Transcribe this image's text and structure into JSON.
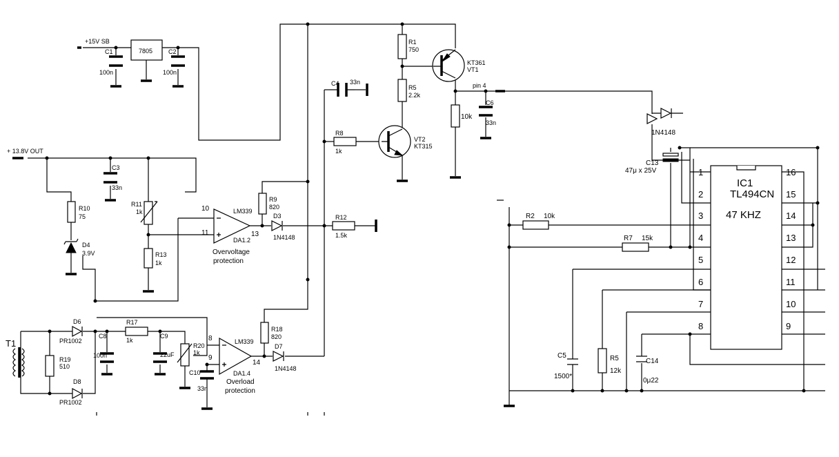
{
  "labels": {
    "v15sb": "+15V SB",
    "v138": "+ 13.8V OUT",
    "pin4": "pin 4",
    "overvoltage_1": "Overvoltage",
    "overvoltage_2": "protection",
    "overload_1": "Overload",
    "overload_2": "protection"
  },
  "components": {
    "c1": {
      "ref": "C1",
      "value": "100n"
    },
    "reg": {
      "ref": "7805"
    },
    "c2": {
      "ref": "C2",
      "value": "100n"
    },
    "c3": {
      "ref": "C3",
      "value": "33n"
    },
    "r10": {
      "ref": "R10",
      "value": "75"
    },
    "d4": {
      "ref": "D4",
      "value": "3.9V"
    },
    "r11": {
      "ref": "R11",
      "value": "1k"
    },
    "r13": {
      "ref": "R13",
      "value": "1k"
    },
    "r9": {
      "ref": "R9",
      "value": "820"
    },
    "da12": {
      "ref": "DA1.2",
      "type": "LM339",
      "pin_minus": "10",
      "pin_plus": "11",
      "pin_out": "13"
    },
    "d3": {
      "ref": "D3",
      "value": "1N4148"
    },
    "r12": {
      "ref": "R12",
      "value": "1.5k"
    },
    "c4": {
      "ref": "C4",
      "value": "33n"
    },
    "r8": {
      "ref": "R8",
      "value": "1k"
    },
    "vt2": {
      "ref": "VT2",
      "value": "KT315"
    },
    "r1": {
      "ref": "R1",
      "value": "750"
    },
    "r5a": {
      "ref": "R5",
      "value": "2.2k"
    },
    "vt1": {
      "ref": "VT1",
      "value": "KT361"
    },
    "r10k": {
      "value": "10k"
    },
    "c6": {
      "ref": "C6",
      "value": "33n"
    },
    "t1": {
      "ref": "T1"
    },
    "r19": {
      "ref": "R19",
      "value": "510"
    },
    "d6": {
      "ref": "D6",
      "value": "PR1002"
    },
    "d8": {
      "ref": "D8",
      "value": "PR1002"
    },
    "c8": {
      "ref": "C8",
      "value": "100n"
    },
    "r17": {
      "ref": "R17",
      "value": "1k"
    },
    "c9": {
      "ref": "C9",
      "value": "22uF"
    },
    "r20": {
      "ref": "R20",
      "value": "1k"
    },
    "c10": {
      "ref": "C10",
      "value": "33n"
    },
    "da14": {
      "ref": "DA1.4",
      "type": "LM339",
      "pin_minus": "8",
      "pin_plus": "9",
      "pin_out": "14"
    },
    "r18": {
      "ref": "R18",
      "value": "820"
    },
    "d7": {
      "ref": "D7",
      "value": "1N4148"
    },
    "dpwm": {
      "value": "1N4148"
    },
    "c13": {
      "ref": "C13",
      "value": "47μ x 25V"
    },
    "ic1": {
      "ref": "IC1",
      "part": "TL494CN",
      "freq": "47 KHZ"
    },
    "r2": {
      "ref": "R2",
      "value": "10k"
    },
    "r7": {
      "ref": "R7",
      "value": "15k"
    },
    "c5": {
      "ref": "C5",
      "value": "1500*"
    },
    "r5b": {
      "ref": "R5",
      "value": "12k"
    },
    "c14": {
      "ref": "C14",
      "value": "0μ22"
    }
  },
  "ic_pins": {
    "left": [
      "1",
      "2",
      "3",
      "4",
      "5",
      "6",
      "7",
      "8"
    ],
    "right": [
      "16",
      "15",
      "14",
      "13",
      "12",
      "11",
      "10",
      "9"
    ]
  }
}
